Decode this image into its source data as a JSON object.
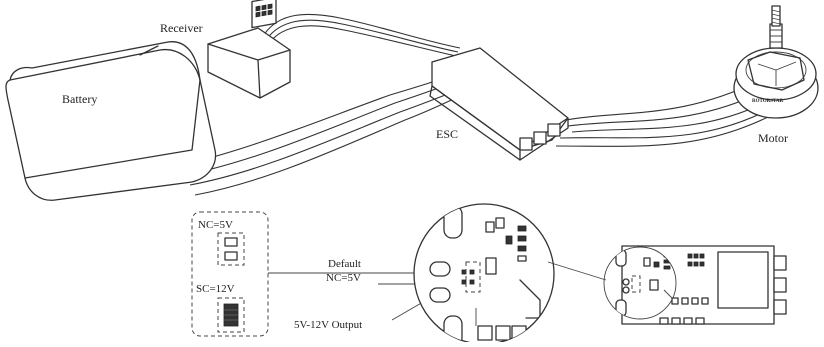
{
  "labels": {
    "receiver": "Receiver",
    "battery": "Battery",
    "esc": "ESC",
    "motor": "Motor",
    "nc": "NC=5V",
    "sc": "SC=12V",
    "default_line1": "Default",
    "default_line2": "NC=5V",
    "output": "5V-12V Output",
    "motor_brand": "ROTORSTAR"
  },
  "colors": {
    "line": "#333333",
    "background": "#ffffff"
  }
}
